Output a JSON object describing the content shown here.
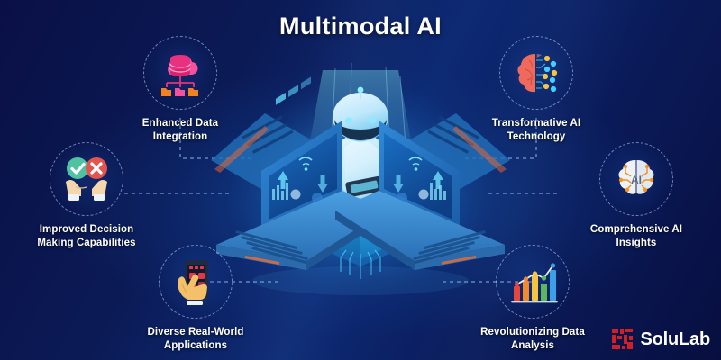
{
  "page": {
    "title": "Multimodal AI",
    "background_top": "#0a1046",
    "background_mid": "#0d2a74",
    "background_bottom": "#080f40",
    "accent_cyan": "#3fd2ff",
    "accent_red": "#e8322b"
  },
  "center": {
    "name": "multimodal-ai-hub-illustration",
    "robot_label": "AI",
    "description": "isometric glowing robot on platform flanked by two laptops"
  },
  "nodes": [
    {
      "id": "enhanced-data",
      "label": "Enhanced Data\nIntegration",
      "icon": "cloud-database-icon",
      "icon_colors": [
        "#f2529b",
        "#e8327f",
        "#f48120"
      ]
    },
    {
      "id": "transformative-ai",
      "label": "Transformative AI\nTechnology",
      "icon": "brain-circuit-icon",
      "icon_colors": [
        "#ef6a5c",
        "#f5c542",
        "#3fd2ff"
      ]
    },
    {
      "id": "improved-decision",
      "label": "Improved Decision\nMaking Capabilities",
      "icon": "hands-check-cross-icon",
      "icon_colors": [
        "#4fc3a1",
        "#e2554e",
        "#f6d7ab"
      ]
    },
    {
      "id": "comprehensive-ai",
      "label": "Comprehensive AI\nInsights",
      "icon": "ai-brain-nodes-icon",
      "icon_colors": [
        "#eef2f7",
        "#f3921e"
      ]
    },
    {
      "id": "diverse-real-world",
      "label": "Diverse Real-World\nApplications",
      "icon": "hand-smartphone-icon",
      "icon_colors": [
        "#1f2a44",
        "#e2384a",
        "#f5c06a"
      ]
    },
    {
      "id": "revolutionizing-data",
      "label": "Revolutionizing Data\nAnalysis",
      "icon": "bar-chart-trend-icon",
      "icon_colors": [
        "#e8453c",
        "#f08a2c",
        "#f5c542",
        "#5cb85c",
        "#3aa0e8"
      ]
    }
  ],
  "logo": {
    "text": "SoluLab",
    "mark": "solulab-mark-icon",
    "mark_color": "#cf2027"
  }
}
